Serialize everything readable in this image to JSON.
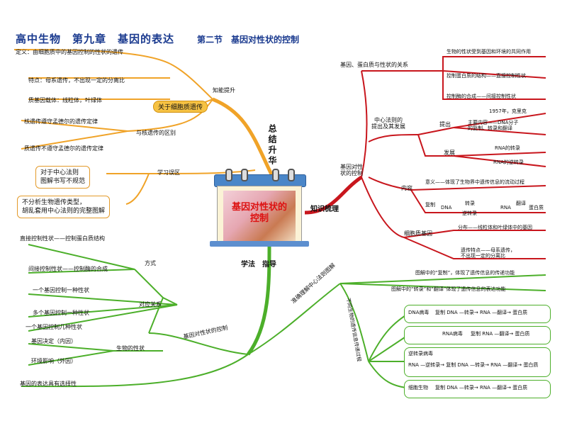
{
  "header": {
    "title": "高中生物　第九章　基因的表达",
    "subtitle": "第二节　基因对性状的控制"
  },
  "center": {
    "calendar_text": "基因对性状的控制"
  },
  "branches": {
    "summary": "总结升华",
    "knowledge": "知识梳理",
    "study": "学法　指导"
  },
  "summary": {
    "ability": "知能提升",
    "cytoplasm_pill": "关于细胞质遗传",
    "cyto_items": [
      "定义：由细胞质中的基因控制的性状的遗传",
      "特点：母系遗传，不出现一定的分离比",
      "质基因载体：线粒体，叶绿体"
    ],
    "nuclear_label": "与核遗传的区别",
    "nuclear_items": [
      "核遗传遵守孟德尔的遗传定律",
      "质遗传不遵守孟德尔的遗传定律"
    ],
    "mistake_label": "学习误区",
    "mistake_boxes": [
      "对于中心法则\n图解书写不规范",
      "不分析生物遗传类型，\n胡乱套用中心法则的完整图解"
    ]
  },
  "knowledge": {
    "relation_label": "基因、蛋白质与性状的关系",
    "relation_items": [
      "生物的性状受到基因和环境的共同作用",
      "控制蛋白质的结构——直接控制性状",
      "控制酶的合成——间接控制性状"
    ],
    "trait_label": "基因对性\n状的控制",
    "central_label": "中心法则的\n提出及其发展",
    "proposal": "提出",
    "proposal_year": "1957年，克里克",
    "proposal_content": "主要内容——DNA分子\n的复制、转录和翻译",
    "development": "发展",
    "dev_items": [
      "RNA的转录",
      "RNA的逆转录"
    ],
    "content": "内容",
    "content_meaning": "意义——体现了生物界中遗传信息的流动过程",
    "diagram_labels": {
      "replicate": "复制",
      "transcribe": "转录",
      "reverse": "逆转录",
      "translate": "翻译",
      "dna": "DNA",
      "rna": "RNA",
      "protein": "蛋白质"
    },
    "cyto_gene": "细胞质基因",
    "distribution": "分布——线粒体和叶绿体中的基因",
    "inheritance": "遗传特点——母系遗传，\n不出现一定的分离比"
  },
  "study": {
    "central_branch": "准确理解中心法则图解",
    "central_items": [
      "图解中的“复制”，体现了遗传信息的传递功能",
      "图解中的“转录”和“翻译”体现了遗传信息的表达功能"
    ],
    "organism_branch": "不同生物的遗传信息传递过程",
    "organisms": [
      {
        "name": "DNA病毒",
        "flow": "复制 DNA —转录→ RNA —翻译→ 蛋白质"
      },
      {
        "name": "RNA病毒",
        "flow": "复制 RNA —翻译→ 蛋白质"
      },
      {
        "name": "逆转录病毒",
        "flow": "RNA —逆转录→ 复制 DNA —转录→ RNA —翻译→ 蛋白质"
      },
      {
        "name": "细胞生物",
        "flow": "复制 DNA —转录→ RNA —翻译→ 蛋白质"
      }
    ],
    "control_branch": "基因对性状的控制",
    "way_label": "方式",
    "way_items": [
      "直接控制性状——控制蛋白质结构",
      "间接控制性状——控制酶的合成"
    ],
    "relation_label": "对应关系",
    "relation_items": [
      "一个基因控制一种性状",
      "多个基因控制一种性状",
      "一个基因控制几种性状"
    ],
    "trait_label": "生物的性状",
    "trait_items": [
      "基因决定（内因）",
      "环境影响（外因）"
    ],
    "selective": "基因的表达具有选择性"
  }
}
